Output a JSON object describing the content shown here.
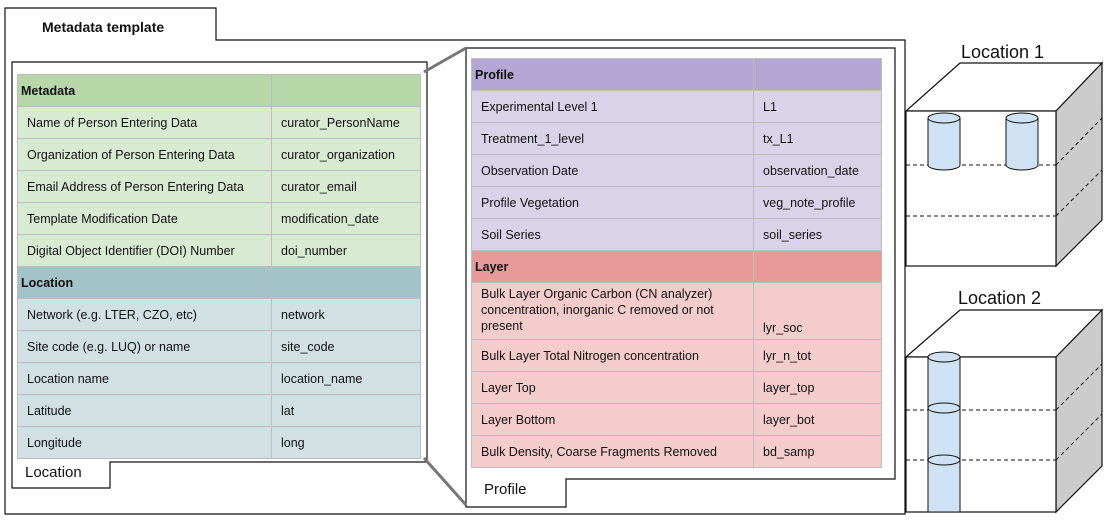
{
  "template": {
    "title": "Metadata template",
    "location_tab": "Location",
    "profile_tab": "Profile"
  },
  "metadata": {
    "header": "Metadata",
    "rows": [
      {
        "label": "Name of Person Entering Data",
        "code": "curator_PersonName"
      },
      {
        "label": "Organization of Person Entering Data",
        "code": "curator_organization"
      },
      {
        "label": "Email Address of Person Entering Data",
        "code": "curator_email"
      },
      {
        "label": "Template Modification Date",
        "code": "modification_date"
      },
      {
        "label": "Digital Object Identifier (DOI) Number",
        "code": "doi_number"
      }
    ]
  },
  "location": {
    "header": "Location",
    "rows": [
      {
        "label": "Network (e.g. LTER, CZO, etc)",
        "code": "network"
      },
      {
        "label": "Site code (e.g. LUQ) or name",
        "code": "site_code"
      },
      {
        "label": "Location name",
        "code": "location_name"
      },
      {
        "label": "Latitude",
        "code": "lat"
      },
      {
        "label": "Longitude",
        "code": "long"
      }
    ]
  },
  "profile": {
    "header": "Profile",
    "rows": [
      {
        "label": "Experimental Level 1",
        "code": "L1"
      },
      {
        "label": "Treatment_1_level",
        "code": "tx_L1"
      },
      {
        "label": "Observation Date",
        "code": "observation_date"
      },
      {
        "label": "Profile Vegetation",
        "code": "veg_note_profile"
      },
      {
        "label": "Soil Series",
        "code": "soil_series"
      }
    ]
  },
  "layer": {
    "header": "Layer",
    "rows": [
      {
        "label": "Bulk Layer Organic Carbon (CN analyzer) concentration, inorganic C removed or not present",
        "code": "lyr_soc"
      },
      {
        "label": "Bulk Layer Total Nitrogen concentration",
        "code": "lyr_n_tot"
      },
      {
        "label": "Layer Top",
        "code": "layer_top"
      },
      {
        "label": "Layer Bottom",
        "code": "layer_bot"
      },
      {
        "label": "Bulk Density, Coarse Fragments Removed",
        "code": "bd_samp"
      }
    ]
  },
  "locations": [
    {
      "title": "Location 1"
    },
    {
      "title": "Location 2"
    }
  ],
  "colors": {
    "metadata_header": "#b6d7a8",
    "metadata_row": "#d9ead3",
    "location_header": "#a2c4c9",
    "location_row": "#d0e0e3",
    "profile_header": "#b4a7d6",
    "profile_row": "#d9d2e9",
    "layer_header": "#ea9999",
    "layer_row": "#f4cccc",
    "core_fill": "#cfe2f3",
    "cube_side": "#cccccc"
  }
}
